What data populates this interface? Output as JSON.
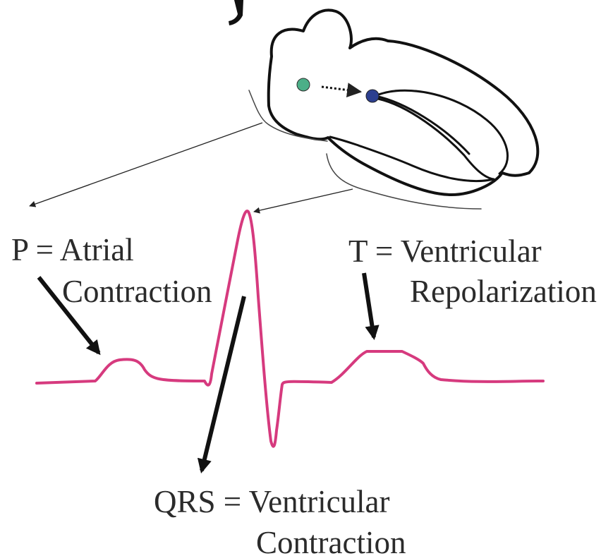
{
  "labels": {
    "p_line1": "P = Atrial",
    "p_line2": "Contraction",
    "t_line1": "T = Ventricular",
    "t_line2": "Repolarization",
    "qrs_line1": "QRS = Ventricular",
    "qrs_line2": "Contraction"
  },
  "colors": {
    "ecg_trace": "#d63a7e",
    "sa_node": "#4caf88",
    "av_node": "#2c3f8f",
    "outline": "#111111",
    "label_text": "#2b2b2b"
  }
}
